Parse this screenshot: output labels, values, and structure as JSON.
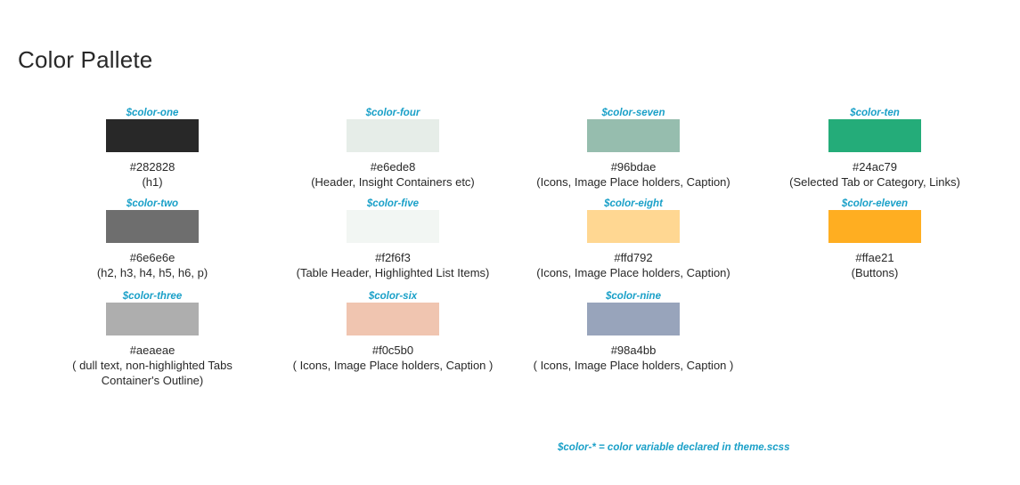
{
  "title": "Color Pallete",
  "colors": [
    {
      "var": "$color-one",
      "hex": "#282828",
      "usage": "(h1)",
      "swatch": "#282828"
    },
    {
      "var": "$color-two",
      "hex": "#6e6e6e",
      "usage": "(h2, h3, h4, h5, h6, p)",
      "swatch": "#6e6e6e"
    },
    {
      "var": "$color-three",
      "hex": "#aeaeae",
      "usage": "( dull text, non-highlighted Tabs\nContainer's Outline)",
      "swatch": "#aeaeae"
    },
    {
      "var": "$color-four",
      "hex": "#e6ede8",
      "usage": "(Header, Insight Containers etc)",
      "swatch": "#e6ede8"
    },
    {
      "var": "$color-five",
      "hex": "#f2f6f3",
      "usage": "(Table Header, Highlighted List Items)",
      "swatch": "#f2f6f3"
    },
    {
      "var": "$color-six",
      "hex": "#f0c5b0",
      "usage": "( Icons, Image Place holders, Caption )",
      "swatch": "#f0c5b0"
    },
    {
      "var": "$color-seven",
      "hex": "#96bdae",
      "usage": "(Icons, Image Place holders, Caption)",
      "swatch": "#96bdae"
    },
    {
      "var": "$color-eight",
      "hex": "#ffd792",
      "usage": "(Icons, Image Place holders, Caption)",
      "swatch": "#ffd792"
    },
    {
      "var": "$color-nine",
      "hex": "#98a4bb",
      "usage": "( Icons, Image Place holders, Caption )",
      "swatch": "#98a4bb"
    },
    {
      "var": "$color-ten",
      "hex": "#24ac79",
      "usage": "(Selected Tab or Category, Links)",
      "swatch": "#24ac79"
    },
    {
      "var": "$color-eleven",
      "hex": "#ffae21",
      "usage": "(Buttons)",
      "swatch": "#ffae21"
    }
  ],
  "footnote": "$color-*  = color variable declared in theme.scss",
  "accent_color": "#1aa0c8"
}
